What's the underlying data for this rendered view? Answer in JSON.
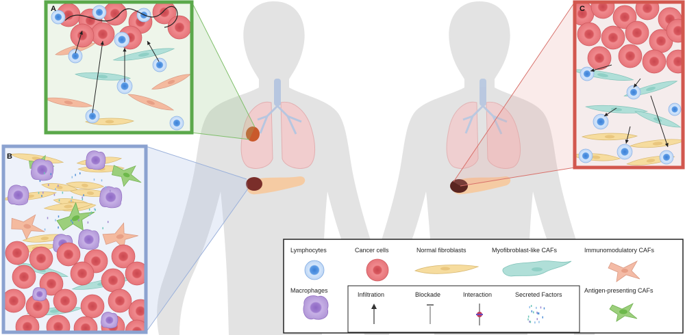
{
  "panels": {
    "a": {
      "label": "A",
      "border_color": "#5aa84a"
    },
    "b": {
      "label": "B",
      "border_color": "#8ba2d0"
    },
    "c": {
      "label": "C",
      "border_color": "#d2574e"
    }
  },
  "legend": {
    "cells": {
      "lymphocytes": "Lymphocytes",
      "cancer_cells": "Cancer cells",
      "normal_fibroblasts": "Normal fibroblasts",
      "myofibroblast_cafs": "Myofibroblast-like CAFs",
      "immunomodulatory_cafs": "Immunomodulatory CAFs",
      "macrophages": "Macrophages",
      "antigen_presenting_cafs": "Antigen-presenting CAFs"
    },
    "processes": {
      "infiltration": "Infiltration",
      "blockade": "Blockade",
      "interaction": "Interaction",
      "secreted_factors": "Secreted Factors"
    }
  },
  "colors": {
    "body": "#e4e4e4",
    "lung": "#f2cfd0",
    "trachea": "#b7c6df",
    "pancreas": "#f6cda6",
    "tumor_dark": "#6a2e2a",
    "tumor_orange": "#c7562a",
    "lymphocyte": "#4f8fd8",
    "cancer": "#e36e73",
    "fibroblast": "#f5d79a",
    "myocaf": "#a9dad3",
    "immunocaf": "#f2b59e",
    "macrophage": "#a98bd0",
    "apcaf": "#8cc66a"
  }
}
